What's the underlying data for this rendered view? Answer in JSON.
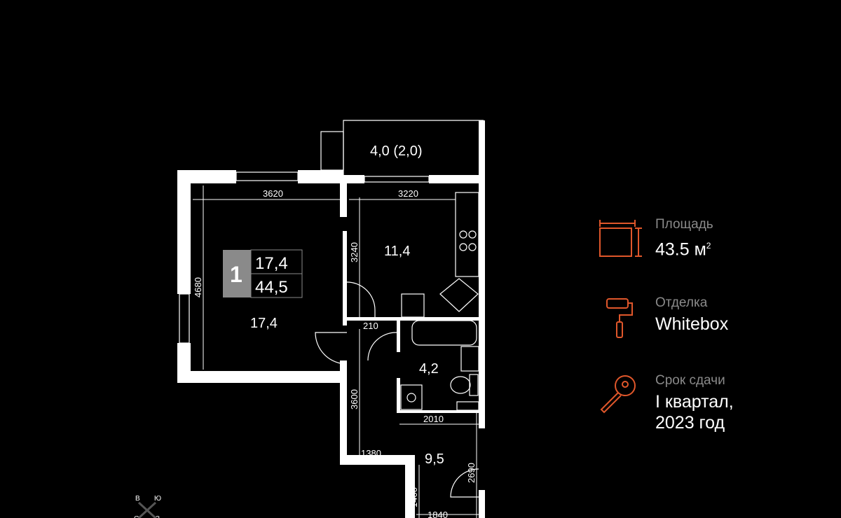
{
  "plan": {
    "rooms": {
      "balcony": "4,0 (2,0)",
      "kitchen": "11,4",
      "living": "17,4",
      "bathroom": "4,2",
      "hall": "9,5"
    },
    "badge": {
      "rooms": "1",
      "living_area": "17,4",
      "total_area": "44,5"
    },
    "dimensions": {
      "d3620": "3620",
      "d3220": "3220",
      "d4680": "4680",
      "d3240": "3240",
      "d210": "210",
      "d3600": "3600",
      "d2010": "2010",
      "d1380": "1380",
      "d2690": "2690",
      "d1400": "1400",
      "d1840": "1840"
    },
    "compass": {
      "n": "С",
      "s": "Ю",
      "e": "В",
      "w": "З"
    }
  },
  "info": {
    "area": {
      "label": "Площадь",
      "value": "43.5 м",
      "unit_sup": "2",
      "icon": "area-icon"
    },
    "finish": {
      "label": "Отделка",
      "value": "Whitebox",
      "icon": "paint-roller-icon"
    },
    "deadline": {
      "label": "Срок сдачи",
      "value_line1": "I квартал,",
      "value_line2": "2023 год",
      "icon": "key-icon"
    }
  },
  "colors": {
    "accent": "#e0572b",
    "wall": "#ffffff",
    "label": "#8a8a8a"
  }
}
